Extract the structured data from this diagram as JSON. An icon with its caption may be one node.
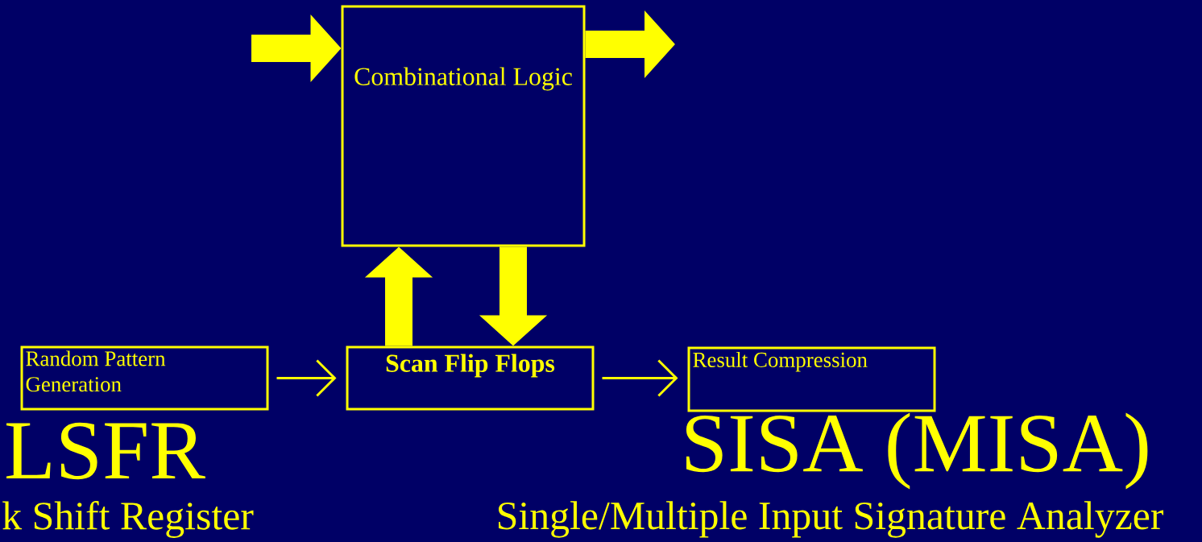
{
  "diagram": {
    "nodes": [
      {
        "text": [
          "Combinational Logic"
        ]
      },
      {
        "text": [
          "Random Pattern Generation"
        ]
      },
      {
        "text": [
          "Scan Flip Flops"
        ]
      },
      {
        "text": [
          "Result Compression"
        ]
      }
    ],
    "edges": [
      {
        "from": null,
        "to": 0,
        "arrow": "to"
      },
      {
        "from": 0,
        "to": null,
        "arrow": "to"
      },
      {
        "from": 2,
        "to": 0,
        "arrow": "to"
      },
      {
        "from": 0,
        "to": 2,
        "arrow": "to"
      },
      {
        "from": 1,
        "to": 2,
        "arrow": "to"
      },
      {
        "from": 2,
        "to": 3,
        "arrow": "to"
      }
    ],
    "labels": [
      "LSFR",
      "SISA (MISA)",
      "k Shift Register",
      "Single/Multiple Input Signature Analyzer"
    ]
  }
}
